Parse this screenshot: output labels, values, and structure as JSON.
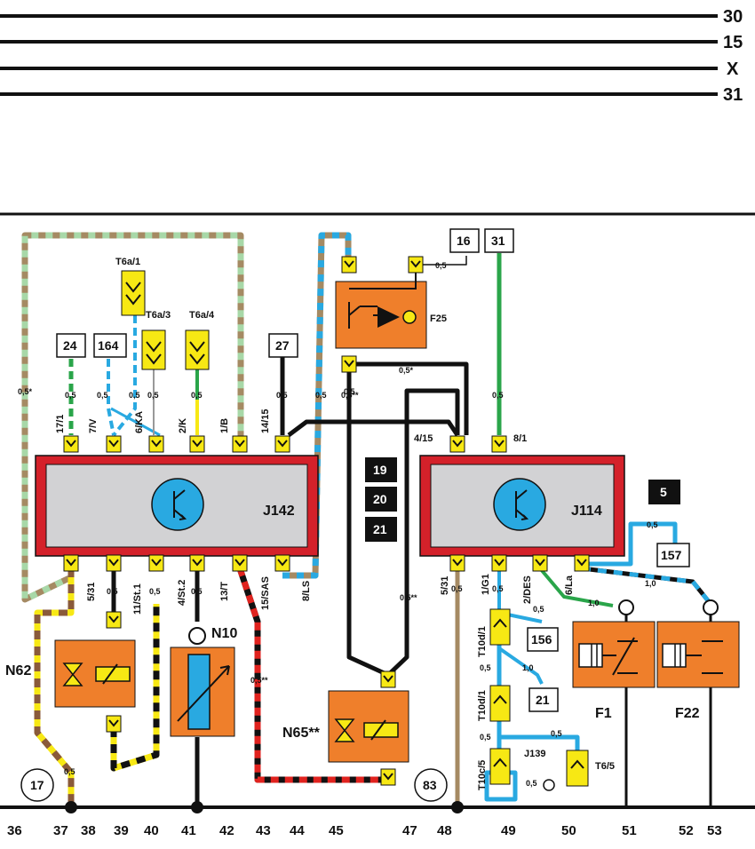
{
  "rails": [
    "30",
    "15",
    "X",
    "31"
  ],
  "modules": {
    "left": "J142",
    "right": "J114"
  },
  "components": {
    "f25": "F25",
    "n10": "N10",
    "n62": "N62",
    "n65": "N65**",
    "f1": "F1",
    "f22": "F22",
    "j139": "J139",
    "t6a1": "T6a/1",
    "t6a3": "T6a/3",
    "t6a4": "T6a/4",
    "t6_5": "T6/5",
    "t10d1a": "T10d/1",
    "t10d1b": "T10d/1",
    "t10c5": "T10c/5"
  },
  "ref_boxes": [
    "24",
    "164",
    "27",
    "16",
    "31",
    "156",
    "21",
    "157"
  ],
  "ref_boxes_dark": [
    "19",
    "20",
    "21",
    "5"
  ],
  "circles": [
    "17",
    "83"
  ],
  "j142_top_pins": [
    "17/1",
    "7/V",
    "6/KA",
    "2/K",
    "1/B",
    "14/15"
  ],
  "j142_bottom_pins": [
    "5/31",
    "11/St.1",
    "4/St.2",
    "13/T",
    "15/SAS",
    "8/LS"
  ],
  "j114_top_pins": [
    "4/15",
    "8/1"
  ],
  "j114_bottom_pins": [
    "5/31",
    "1/G1",
    "2/DES",
    "6/La"
  ],
  "wire_gauges": {
    "g1": "0,5*",
    "g2": "0,5",
    "g3": "0,5",
    "g4": "0,5",
    "g5": "0,5",
    "g6": "0,5",
    "g7": "0,5",
    "g8": "0,5",
    "g9": "0,5**",
    "g10": "0,5",
    "g11": "0,5*",
    "g12": "0,5",
    "g13": "0,5",
    "g14": "0,5",
    "g15": "0,5",
    "g16": "0,5**",
    "g17": "0,5",
    "g18": "0,5",
    "g19": "0,5",
    "g20": "0,5**",
    "g21": "0,5",
    "g22": "0,5",
    "g23": "1,0",
    "g24": "0,5",
    "g25": "1,0",
    "g26": "0,5",
    "g27": "0,5",
    "g28": "0,5",
    "g29": "0,5",
    "g30": "1,0"
  },
  "footer": [
    "36",
    "37",
    "38",
    "39",
    "40",
    "41",
    "42",
    "43",
    "44",
    "45",
    "47",
    "48",
    "49",
    "50",
    "51",
    "52",
    "53"
  ],
  "colors": {
    "ecu_frame": "#d4212a",
    "ecu_body": "#d2d2d4",
    "component": "#ef7f2b",
    "connector": "#f7e814",
    "blue": "#29a9e1",
    "green": "#2aa54a",
    "brown": "#a58a63",
    "red": "#e0231f",
    "yellow": "#f7e814"
  }
}
